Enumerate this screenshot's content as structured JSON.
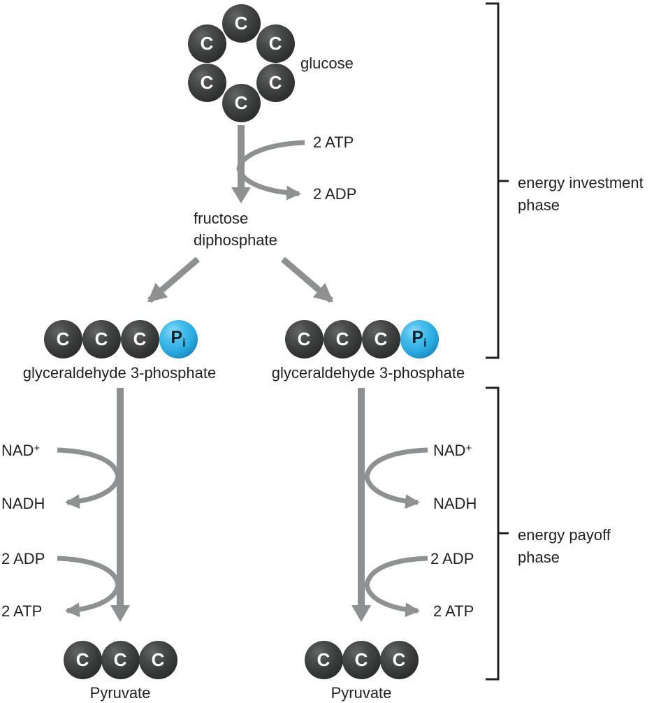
{
  "colors": {
    "arrow": "#8e9191",
    "ink": "#231f20",
    "carbon_core": "#4a4c4c",
    "carbon_rim": "#232525",
    "pi_core": "#29abe2",
    "pi_rim": "#1272a4",
    "c_letter": "#ffffff",
    "pi_letter": "#14202b"
  },
  "atoms": {
    "carbon": "C",
    "phosphate": "P",
    "phosphate_sub": "i"
  },
  "molecules": {
    "glucose": "glucose",
    "fructose_line1": "fructose",
    "fructose_line2": "diphosphate",
    "g3p_left": "glyceraldehyde 3-phosphate",
    "g3p_right": "glyceraldehyde 3-phosphate",
    "pyruvate_left": "Pyruvate",
    "pyruvate_right": "Pyruvate"
  },
  "cofactors": {
    "atp_investment_in": "2 ATP",
    "adp_investment_out": "2 ADP",
    "nad_base": "NAD",
    "nad_sup": "+",
    "nadh": "NADH",
    "adp_payoff_in": "2 ADP",
    "atp_payoff_out": "2 ATP"
  },
  "phases": {
    "investment_line1": "energy investment",
    "investment_line2": "phase",
    "payoff_line1": "energy payoff",
    "payoff_line2": "phase"
  }
}
